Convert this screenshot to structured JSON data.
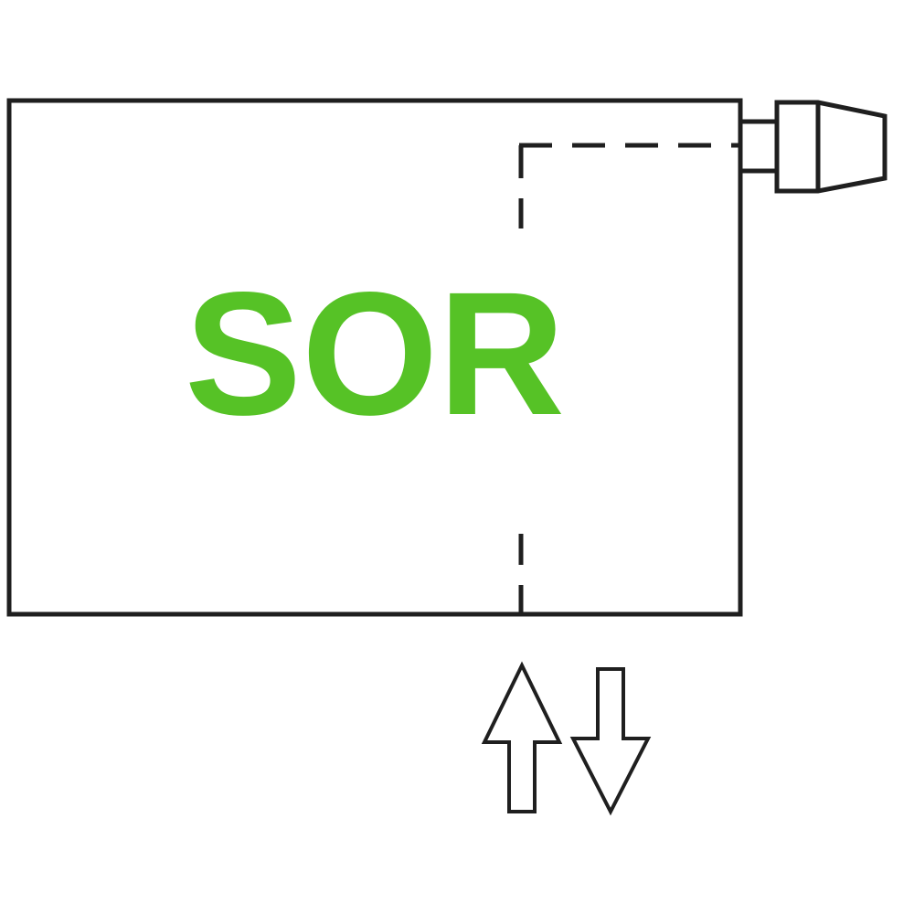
{
  "diagram": {
    "title": "radiator-connection-diagram",
    "label": "SOR",
    "label_color": "#56c226",
    "line_color": "#1f1f1f",
    "background_color": "#ffffff",
    "icons": [
      {
        "name": "radiator-outline",
        "shape": "rectangle"
      },
      {
        "name": "thermostatic-valve-icon",
        "shape": "tapered-knob-top-right"
      },
      {
        "name": "internal-flow-dashed-path",
        "shape": "dashed-elbow-top-right-to-bottom"
      },
      {
        "name": "flow-up-arrow-icon",
        "shape": "outlined-arrow-up"
      },
      {
        "name": "flow-down-arrow-icon",
        "shape": "outlined-arrow-down"
      }
    ]
  }
}
